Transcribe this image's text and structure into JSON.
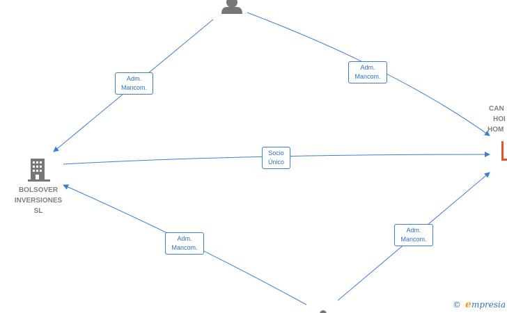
{
  "nodes": {
    "top_person": {
      "label": ""
    },
    "bolsover": {
      "label_lines": [
        "BOLSOVER",
        "INVERSIONES",
        "SL"
      ]
    },
    "right_company": {
      "label_lines": [
        "CAN",
        "HOI",
        "HOM"
      ]
    },
    "bottom_person": {
      "label": ""
    }
  },
  "edges": {
    "top_to_bolsover": {
      "label_lines": [
        "Adm.",
        "Mancom."
      ]
    },
    "top_to_right": {
      "label_lines": [
        "Adm.",
        "Mancom."
      ]
    },
    "bolsover_to_right": {
      "label_lines": [
        "Socio",
        "Único"
      ]
    },
    "bottom_to_bolsover": {
      "label_lines": [
        "Adm.",
        "Mancom."
      ]
    },
    "bottom_to_right": {
      "label_lines": [
        "Adm.",
        "Mancom."
      ]
    }
  },
  "colors": {
    "edge": "#3a7fd5",
    "node_text": "#808080",
    "icon": "#777777",
    "highlight": "#e8541f"
  },
  "icons": {
    "person": "person-icon",
    "building": "building-icon"
  },
  "watermark": {
    "symbol": "©",
    "brand_initial": "e",
    "brand_rest": "mpresia"
  }
}
